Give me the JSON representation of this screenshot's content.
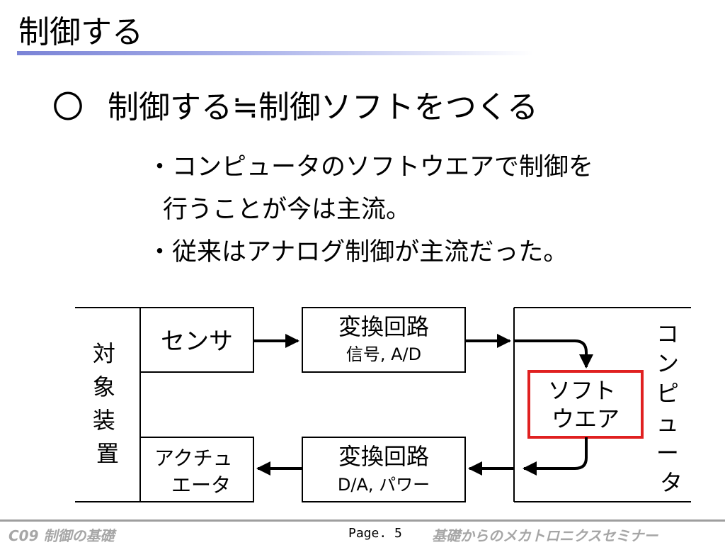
{
  "slide": {
    "title": "制御する",
    "heading_marker": "〇",
    "heading": "制御する≒制御ソフトをつくる",
    "bullets": [
      "・コンピュータのソフトウエアで制御を",
      "行うことが今は主流。",
      "・従来はアナログ制御が主流だった。"
    ]
  },
  "diagram": {
    "target_device": [
      "対",
      "象",
      "装",
      "置"
    ],
    "computer": [
      "コ",
      "ン",
      "ピ",
      "ュ",
      "ー",
      "タ"
    ],
    "sensor": "センサ",
    "converter_in_title": "変換回路",
    "converter_in_sub": "信号, A/D",
    "software_line1": "ソフト",
    "software_line2": "ウエア",
    "converter_out_title": "変換回路",
    "converter_out_sub": "D/A, パワー",
    "actuator_line1": "アクチュ",
    "actuator_line2": "エータ",
    "highlight_color": "#e02020"
  },
  "footer": {
    "left": "C09 制御の基礎",
    "page": "Page. 5",
    "right": "基礎からのメカトロニクスセミナー"
  }
}
